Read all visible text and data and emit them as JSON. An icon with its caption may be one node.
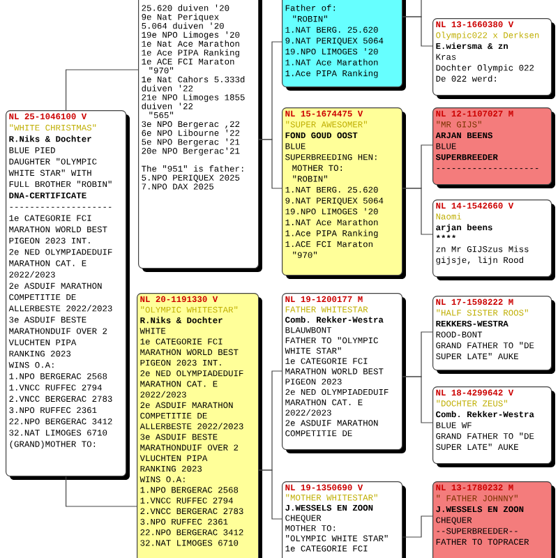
{
  "diagram": {
    "nodes": [
      {
        "text": [
          "NL 25-1046100 V",
          "\"WHITE CHRISTMAS\"",
          "R.Niks & Dochter",
          "BLUE PIED",
          "DAUGHTER \"OLYMPIC",
          "WHITE STAR\" WITH",
          "FULL BROTHER \"ROBIN\"",
          "**DNA-CERTIFICATE**",
          "--------------------",
          "1e CATEGORIE FCI",
          "MARATHON WORLD BEST",
          "PIGEON 2023 INT.",
          "2e NED OLYMPIADEDUIF",
          "MARATHON CAT. E",
          "2022/2023",
          "2e ASDUIF MARATHON",
          "COMPETITIE DE",
          "ALLERBESTE 2022/2023",
          "3e ASDUIF BESTE",
          "MARATHONDUIF OVER 2",
          "VLUCHTEN PIPA",
          "RANKING 2023",
          "WINS O.A:",
          "1.NPO BERGERAC 2568",
          "1.VNCC RUFFEC 2794",
          "2.VNCC BERGERAC 2783",
          "3.NPO RUFFEC 2361",
          "22.NPO BERGERAC 3412",
          "32.NAT LIMOGES 6710",
          "(GRAND)MOTHER TO:"
        ]
      },
      {
        "text": [
          "25.620 duiven '20",
          "9e Nat Periquex",
          "5.064 duiven '20",
          "19e NPO Limoges '20",
          "1e Nat Ace Marathon",
          "1e Ace PIPA Ranking",
          "1e ACE FCI Maraton",
          "\"970\"",
          "1e Nat Cahors 5.333d",
          "duiven '22",
          "21e NPO Limoges 1855",
          "duiven '22",
          "\"565\"",
          "3e NPO Bergerac ,22",
          "6e NPO Libourne '22",
          "5e NPO Bergerac '21",
          "20e NPO Bergerac'21",
          "The \"951\" is father:",
          "5.NPO PERIQUEX 2025",
          "7.NPO DAX 2025"
        ]
      },
      {
        "text": [
          "NL 20-1191330 V",
          "\"OLYMPIC WHITESTAR\"",
          "R.Niks & Dochter",
          "WHITE",
          "1e CATEGORIE FCI",
          "MARATHON WORLD BEST",
          "PIGEON 2023 INT.",
          "2e NED OLYMPIADEDUIF",
          "MARATHON CAT. E",
          "2022/2023",
          "2e ASDUIF MARATHON",
          "COMPETITIE DE",
          "ALLERBESTE 2022/2023",
          "3e ASDUIF BESTE",
          "MARATHONDUIF OVER 2",
          "VLUCHTEN PIPA",
          "RANKING 2023",
          "WINS O.A:",
          "1.NPO BERGERAC 2568",
          "1.VNCC RUFFEC 2794",
          "2.VNCC BERGERAC 2783",
          "3.NPO RUFFEC 2361",
          "22.NPO BERGERAC 3412",
          "32.NAT LIMOGES 6710"
        ]
      },
      {
        "text": [
          "Father of:",
          "\"ROBIN\"",
          "1.NAT BERG. 25.620",
          "9.NAT PERIQUEX 5064",
          "19.NPO LIMOGES '20",
          "1.NAT Ace Marathon",
          "1.Ace PIPA Ranking"
        ]
      },
      {
        "text": [
          "NL 15-1674475 V",
          "\"SUPER AWESOMER\"",
          "FOND GOUD OOST",
          "BLUE",
          "SUPERBREEDING HEN:",
          "MOTHER TO:",
          "\"ROBIN\"",
          "1.NAT BERG. 25.620",
          "9.NAT PERIQUEX 5064",
          "19.NPO LIMOGES '20",
          "1.NAT Ace Marathon",
          "1.Ace PIPA Ranking",
          "1.ACE FCI Maraton",
          "\"970\""
        ]
      },
      {
        "text": [
          "NL 19-1200177 M",
          "FATHER WHITESTAR",
          "Comb. Rekker-Westra",
          "BLAUWBONT",
          "FATHER TO \"OLYMPIC",
          "WHITE STAR\"",
          "1e CATEGORIE FCI",
          "MARATHON WORLD BEST",
          "PIGEON 2023",
          "2e NED OLYMPIADEDUIF",
          "MARATHON CAT. E",
          "2022/2023",
          "2e ASDUIF MARATHON",
          "COMPETITIE DE"
        ]
      },
      {
        "text": [
          "NL 19-1350690 V",
          "\"MOTHER WHITESTAR\"",
          "J.WESSELS EN ZOON",
          "CHEQUER",
          "MOTHER TO:",
          "\"OLYMPIC WHITE STAR\"",
          "1e CATEGORIE FCI"
        ]
      },
      {
        "text": [
          "NL 13-1660380 V",
          "Olympic022 x Derksen",
          "E.wiersma & zn",
          "Kras",
          "Dochter Olympic 022",
          "De 022 werd:"
        ]
      },
      {
        "text": [
          "NL 12-1107027 M",
          "\"MR GIJS\"",
          "ARJAN BEENS",
          "BLUE",
          "**SUPERBREEDER**",
          "--------------------"
        ]
      },
      {
        "text": [
          "NL 14-1542660 V",
          "Naomi",
          "arjan beens",
          "********************",
          "zn Mr GIJSzus Miss",
          "gijsje, lijn Rood"
        ]
      },
      {
        "text": [
          "NL 17-1598222 M",
          "\"HALF SISTER ROOS\"",
          "REKKERS-WESTRA",
          "ROOD-BONT",
          "GRAND FATHER TO \"DE",
          "SUPER LATE\" AUKE"
        ]
      },
      {
        "text": [
          "NL 18-4299642 V",
          "\"DOCHTER ZEUS\"",
          "Comb. Rekker-Westra",
          "BLUE WF",
          "GRAND FATHER TO \"DE",
          "SUPER LATE\" AUKE"
        ]
      },
      {
        "text": [
          "NL 13-1780232 M",
          "\" FATHER JOHNNY\"",
          "J.WESSELS EN ZOON",
          "CHEQUER",
          "--SUPERBREEDER--",
          "FATHER TO TOPRACER"
        ]
      }
    ],
    "edges": [
      {
        "from": 0,
        "to": 1,
        "arrow": "none"
      },
      {
        "from": 0,
        "to": 2,
        "arrow": "none"
      },
      {
        "from": 1,
        "to": 3,
        "arrow": "none"
      },
      {
        "from": 1,
        "to": 4,
        "arrow": "none"
      },
      {
        "from": 2,
        "to": 5,
        "arrow": "none"
      },
      {
        "from": 2,
        "to": 6,
        "arrow": "none"
      },
      {
        "from": 3,
        "to": 7,
        "arrow": "none"
      },
      {
        "from": 3,
        "to": null,
        "arrow": "none"
      },
      {
        "from": 4,
        "to": 8,
        "arrow": "none"
      },
      {
        "from": 4,
        "to": 9,
        "arrow": "none"
      },
      {
        "from": 5,
        "to": 10,
        "arrow": "none"
      },
      {
        "from": 5,
        "to": 11,
        "arrow": "none"
      },
      {
        "from": 6,
        "to": 12,
        "arrow": "none"
      }
    ]
  }
}
